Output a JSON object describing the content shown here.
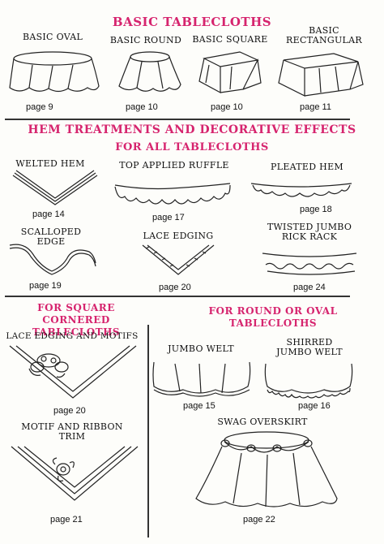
{
  "sections": {
    "basic": {
      "title": "BASIC TABLECLOTHS",
      "items": [
        {
          "label": "BASIC OVAL",
          "page": "page 9"
        },
        {
          "label": "BASIC ROUND",
          "page": "page 10"
        },
        {
          "label": "BASIC SQUARE",
          "page": "page 10"
        },
        {
          "label_line1": "BASIC",
          "label_line2": "RECTANGULAR",
          "page": "page 11"
        }
      ]
    },
    "hem": {
      "title": "HEM TREATMENTS AND DECORATIVE EFFECTS",
      "subtitle": "FOR ALL TABLECLOTHS",
      "items": [
        {
          "label": "WELTED HEM",
          "page": "page 14"
        },
        {
          "label": "TOP APPLIED RUFFLE",
          "page": "page 17"
        },
        {
          "label": "PLEATED HEM",
          "page": "page 18"
        },
        {
          "label": "SCALLOPED EDGE",
          "page": "page 19"
        },
        {
          "label": "LACE EDGING",
          "page": "page 20"
        },
        {
          "label_line1": "TWISTED JUMBO",
          "label_line2": "RICK RACK",
          "page": "page 24"
        }
      ]
    },
    "square": {
      "title_line1": "FOR SQUARE CORNERED",
      "title_line2": "TABLECLOTHS",
      "items": [
        {
          "label": "LACE EDGING AND MOTIFS",
          "page": "page 20"
        },
        {
          "label_line1": "MOTIF AND RIBBON",
          "label_line2": "TRIM",
          "page": "page 21"
        }
      ]
    },
    "round": {
      "title_line1": "FOR ROUND OR OVAL",
      "title_line2": "TABLECLOTHS",
      "items": [
        {
          "label": "JUMBO WELT",
          "page": "page 15"
        },
        {
          "label_line1": "SHIRRED",
          "label_line2": "JUMBO WELT",
          "page": "page 16"
        },
        {
          "label": "SWAG OVERSKIRT",
          "page": "page 22"
        }
      ]
    }
  }
}
